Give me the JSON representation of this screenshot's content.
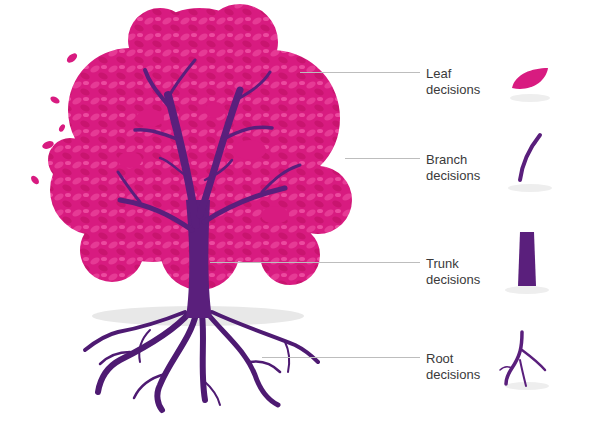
{
  "diagram": {
    "labels": [
      "Leaf decisions",
      "Branch decisions",
      "Trunk decisions",
      "Root decisions"
    ]
  }
}
